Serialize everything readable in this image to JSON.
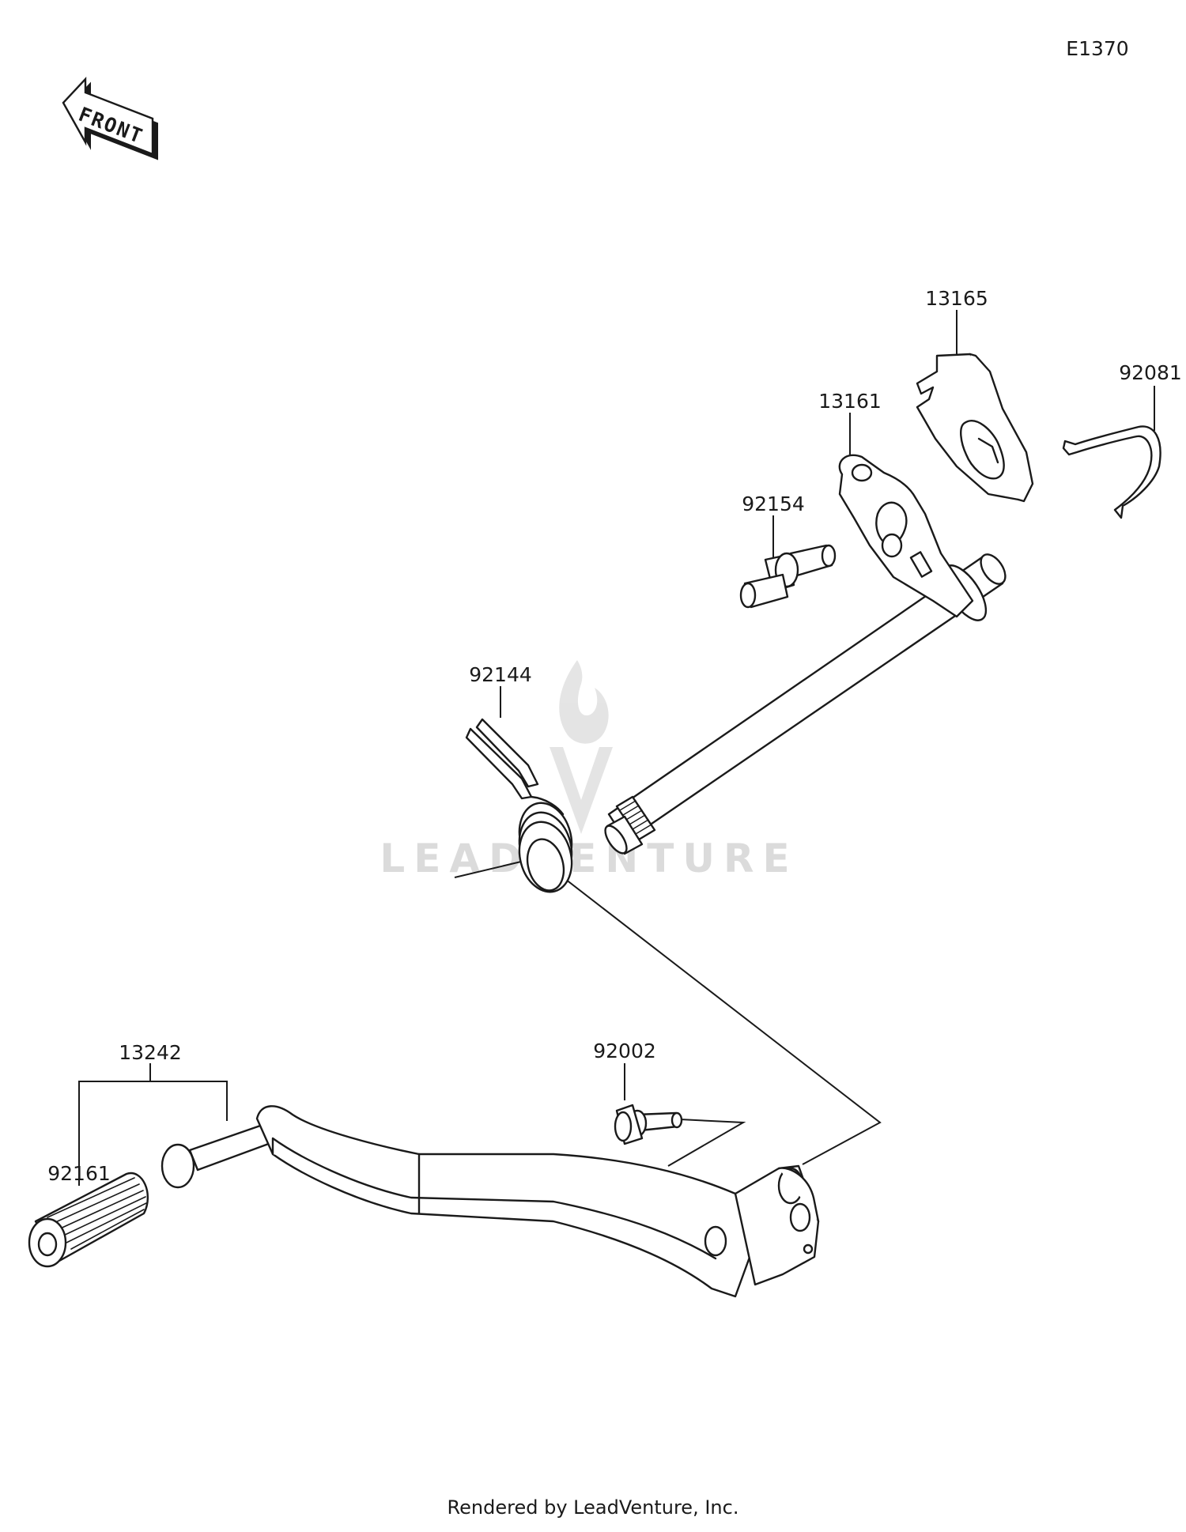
{
  "diagram_code": "E1370",
  "front_label": "FRONT",
  "watermark": "LEADVENTURE",
  "footer": "Rendered by LeadVenture, Inc.",
  "parts": {
    "p13165": "13165",
    "p92081": "92081",
    "p13161": "13161",
    "p92154": "92154",
    "p92144": "92144",
    "p13242": "13242",
    "p92161": "92161",
    "p92002": "92002"
  }
}
